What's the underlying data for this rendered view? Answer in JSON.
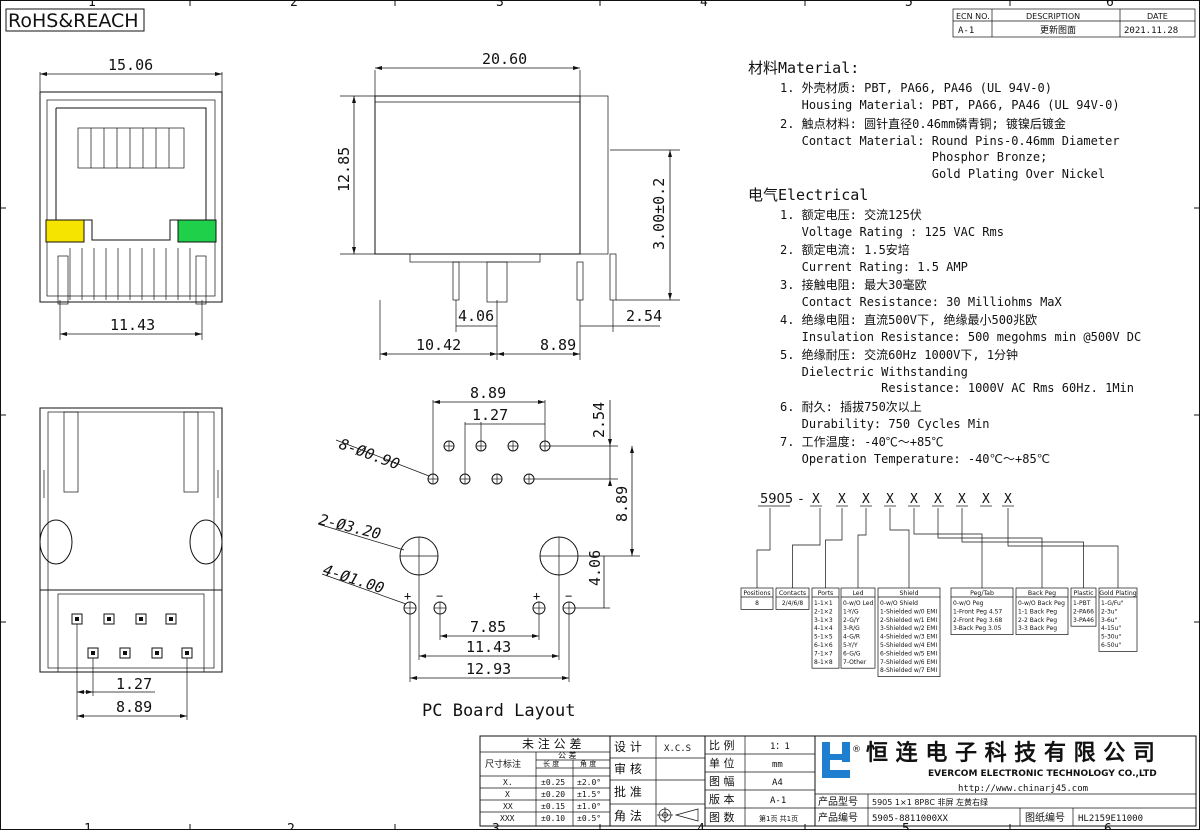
{
  "header": {
    "rohs": "RoHS&REACH",
    "grid_top": [
      "1",
      "2",
      "3",
      "4",
      "5",
      "6"
    ],
    "grid_bottom": [
      "1",
      "2",
      "3",
      "4",
      "5",
      "6"
    ],
    "ecn": {
      "col_ecn": "ECN NO.",
      "col_desc": "DESCRIPTION",
      "col_date": "DATE",
      "ecn": "A-1",
      "desc": "更新图面",
      "date": "2021.11.28"
    }
  },
  "views": {
    "front": {
      "d_top": "15.06",
      "d_bottom": "11.43"
    },
    "side": {
      "d_width": "20.60",
      "d_height": "12.85",
      "d_pin": "3.00±0.2",
      "d1": "4.06",
      "d2": "2.54",
      "d3": "10.42",
      "d4": "8.89"
    },
    "bottom": {
      "d1": "1.27",
      "d2": "8.89"
    },
    "pcb": {
      "d_889_top": "8.89",
      "d_127": "1.27",
      "d_254": "2.54",
      "d_889_side": "8.89",
      "d_406": "4.06",
      "d_785": "7.85",
      "d_1143": "11.43",
      "d_1293": "12.93",
      "note1": "8-Ø0.90",
      "note2": "2-Ø3.20",
      "note3": "4-Ø1.00",
      "plus": "+",
      "minus": "−",
      "title": "PC Board Layout"
    }
  },
  "spec": {
    "material_title": "材料Material:",
    "material": [
      "1. 外壳材质: PBT, PA66, PA46 (UL 94V-0)",
      "   Housing Material: PBT, PA66, PA46 (UL 94V-0)",
      "2. 触点材料: 圆针直径0.46mm磷青铜; 镀镍后镀金",
      "   Contact Material: Round Pins-0.46mm Diameter",
      "                     Phosphor Bronze;",
      "                     Gold Plating Over Nickel"
    ],
    "electrical_title": "电气Electrical",
    "electrical": [
      "1. 额定电压: 交流125伏",
      "   Voltage Rating : 125 VAC Rms",
      "2. 额定电流: 1.5安培",
      "   Current Rating: 1.5 AMP",
      "3. 接触电阻: 最大30毫欧",
      "   Contact Resistance: 30 Milliohms MaX",
      "4. 绝缘电阻: 直流500V下, 绝缘最小500兆欧",
      "   Insulation Resistance: 500 megohms min @500V DC",
      "5. 绝缘耐压: 交流60Hz 1000V下, 1分钟",
      "   Dielectric Withstanding",
      "              Resistance: 1000V AC Rms 60Hz. 1Min",
      "6. 耐久: 插拔750次以上",
      "   Durability: 750 Cycles Min",
      "7. 工作温度: -40℃～+85℃",
      "   Operation Temperature: -40℃～+85℃"
    ]
  },
  "partcode": {
    "prefix": "5905",
    "dash": "-",
    "xs": [
      "X",
      "X",
      "X",
      "X",
      "X",
      "X",
      "X",
      "X",
      "X"
    ],
    "boxes": [
      {
        "title": "Positions",
        "items": [
          "8"
        ]
      },
      {
        "title": "Contacts",
        "items": [
          "2/4/6/8"
        ]
      },
      {
        "title": "Ports",
        "items": [
          "1-1×1",
          "2-1×2",
          "3-1×3",
          "4-1×4",
          "5-1×5",
          "6-1×6",
          "7-1×7",
          "8-1×8"
        ]
      },
      {
        "title": "Led",
        "items": [
          "0-w/O Led",
          "1-Y/G",
          "2-G/Y",
          "3-R/G",
          "4-G/R",
          "5-Y/Y",
          "6-G/G",
          "7-Other"
        ]
      },
      {
        "title": "Shield",
        "items": [
          "0-w/O Shield",
          "1-Shielded w/0 EMI",
          "2-Shielded w/1 EMI",
          "3-Shielded w/2 EMI",
          "4-Shielded w/3 EMI",
          "5-Shielded w/4 EMI",
          "6-Shielded w/5 EMI",
          "7-Shielded w/6 EMI",
          "8-Shielded w/7 EMI"
        ]
      },
      {
        "title": "Peg/Tab",
        "items": [
          "0-w/O Peg",
          "1-Front Peg 4.57",
          "2-Front Peg 3.68",
          "3-Back Peg 3.05"
        ]
      },
      {
        "title": "Back Peg",
        "items": [
          "0-w/O Back Peg",
          "1-1 Back Peg",
          "2-2 Back Peg",
          "3-3 Back Peg"
        ]
      },
      {
        "title": "Plastic",
        "items": [
          "1-PBT",
          "2-PA66",
          "3-PA46"
        ]
      },
      {
        "title": "Gold Plating",
        "items": [
          "1-G/Fu\"",
          "2-3u\"",
          "3-6u\"",
          "4-15u\"",
          "5-30u\"",
          "6-50u\""
        ]
      }
    ]
  },
  "tol": {
    "title": "未 注 公 差",
    "label": "尺寸标注",
    "h_sub": "公  差",
    "h_len": "长  度",
    "h_ang": "角  度",
    "rows": [
      [
        "X.",
        "±0.25",
        "±2.0°"
      ],
      [
        "X",
        "±0.20",
        "±1.5°"
      ],
      [
        "XX",
        "±0.15",
        "±1.0°"
      ],
      [
        "XXX",
        "±0.10",
        "±0.5°"
      ]
    ]
  },
  "signoff": {
    "design": "设  计",
    "design_val": "X.C.S",
    "review": "审  核",
    "approve": "批  准",
    "angle": "角  法"
  },
  "info": {
    "scale_l": "比  例",
    "scale_v": "1：1",
    "unit_l": "单  位",
    "unit_v": "mm",
    "size_l": "图  幅",
    "size_v": "A4",
    "ver_l": "版  本",
    "ver_v": "A-1",
    "sheet_l": "图  数",
    "sheet_v": "第1页 共1页"
  },
  "company": {
    "cn": "恒 连 电 子 科 技 有 限 公 司",
    "en": "EVERCOM ELECTRONIC TECHNOLOGY CO.,LTD",
    "url": "http://www.chinarj45.com",
    "reg": "®",
    "model_l": "产品型号",
    "model_v": "5905 1×1 8P8C 非屏 左黄右绿",
    "code_l": "产品编号",
    "code_v": "5905-8811000XX",
    "dwg_l": "图纸编号",
    "dwg_v": "HL2159E11000"
  },
  "colors": {
    "led_left": "#f5e400",
    "led_right": "#1fd14a",
    "logo": "#1e7fd1"
  }
}
